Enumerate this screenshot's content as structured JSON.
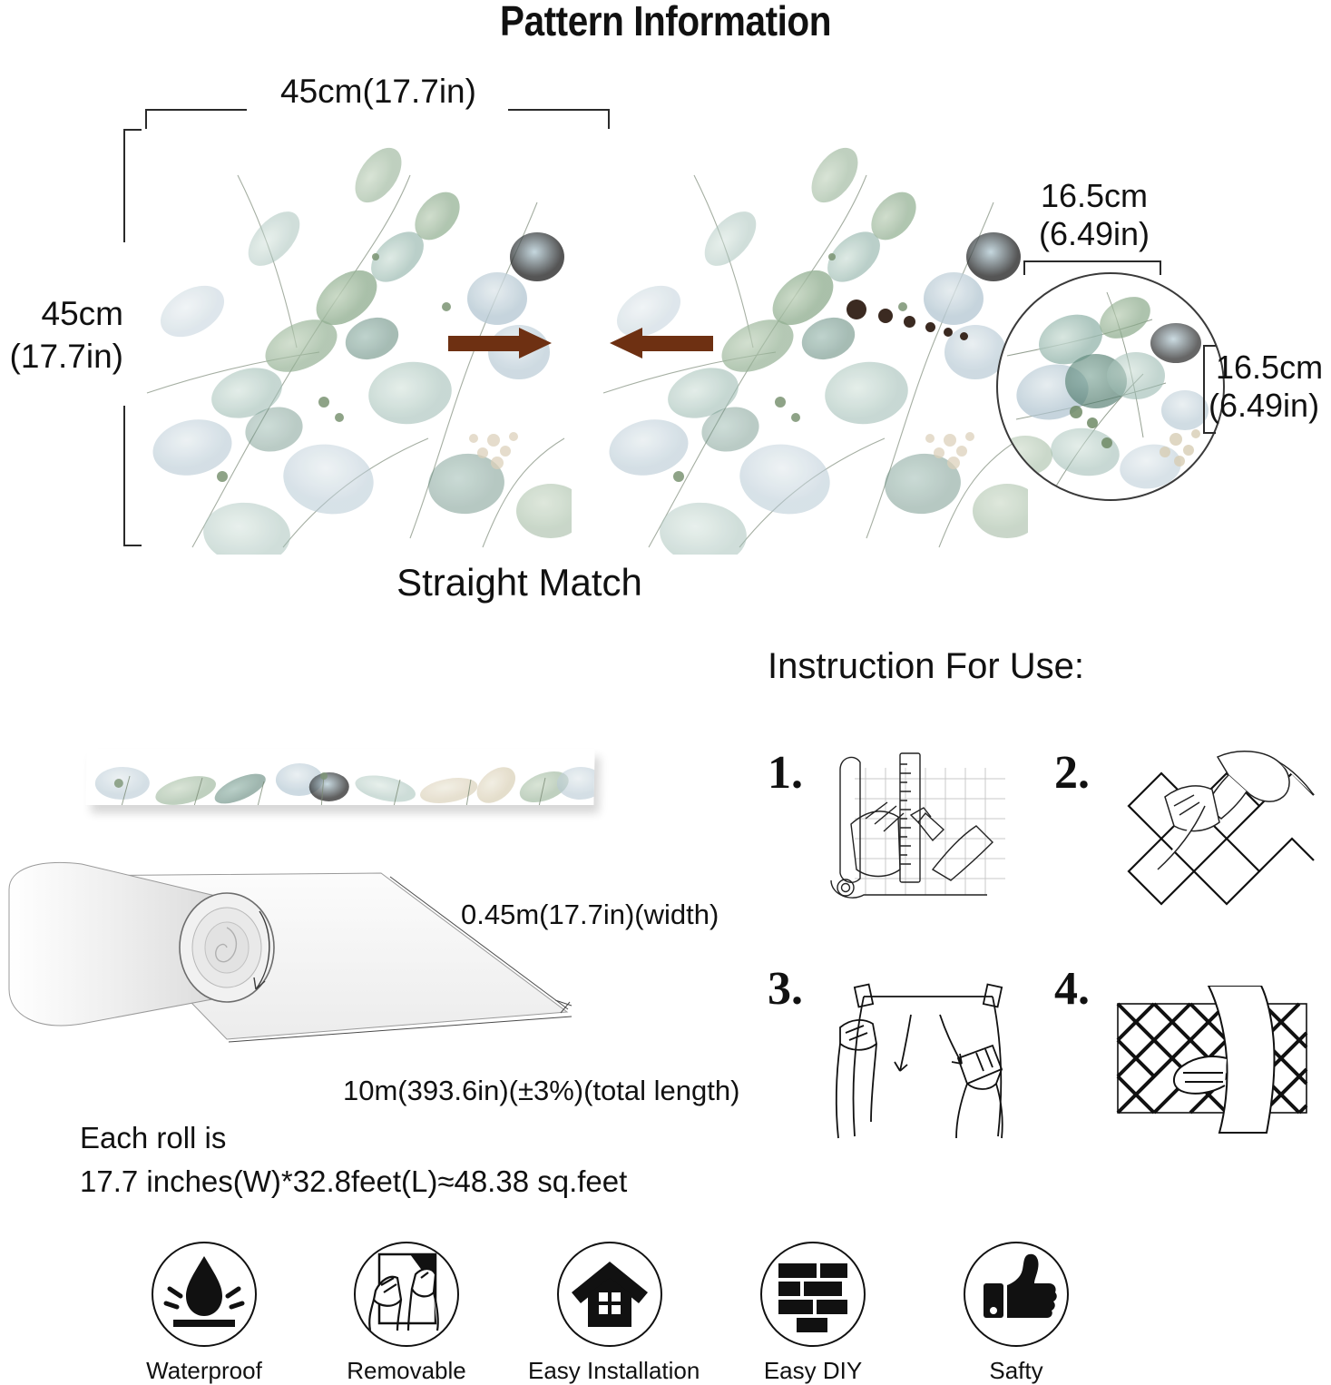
{
  "title": "Pattern Information",
  "pattern": {
    "width_label": "45cm(17.7in)",
    "height_label_line1": "45cm",
    "height_label_line2": "(17.7in)",
    "repeat_top_line1": "16.5cm",
    "repeat_top_line2": "(6.49in)",
    "repeat_side_line1": "16.5cm",
    "repeat_side_line2": "(6.49in)",
    "match_type": "Straight Match",
    "arrow_color": "#6e3012",
    "leaf_colors": [
      "#8fae8c",
      "#5d8878",
      "#8fa8b8",
      "#6c8fa5",
      "#cfd9cf",
      "#d8cdb4"
    ]
  },
  "instructions": {
    "heading": "Instruction For Use:",
    "steps": [
      {
        "number": "1.",
        "icon": "measure-and-cut-icon"
      },
      {
        "number": "2.",
        "icon": "peel-backing-icon"
      },
      {
        "number": "3.",
        "icon": "apply-squeegee-icon"
      },
      {
        "number": "4.",
        "icon": "smooth-onto-wall-icon"
      }
    ]
  },
  "roll": {
    "width_label": "0.45m(17.7in)(width)",
    "length_label": "10m(393.6in)(±3%)(total length)",
    "summary_line1": "Each roll is",
    "summary_line2": "17.7 inches(W)*32.8feet(L)≈48.38 sq.feet"
  },
  "features": [
    {
      "label": "Waterproof",
      "icon": "water-drop-icon"
    },
    {
      "label": "Removable",
      "icon": "peel-hands-icon"
    },
    {
      "label": "Easy Installation",
      "icon": "house-icon"
    },
    {
      "label": "Easy DIY",
      "icon": "brick-wall-icon"
    },
    {
      "label": "Safty",
      "icon": "thumbs-up-icon"
    }
  ]
}
